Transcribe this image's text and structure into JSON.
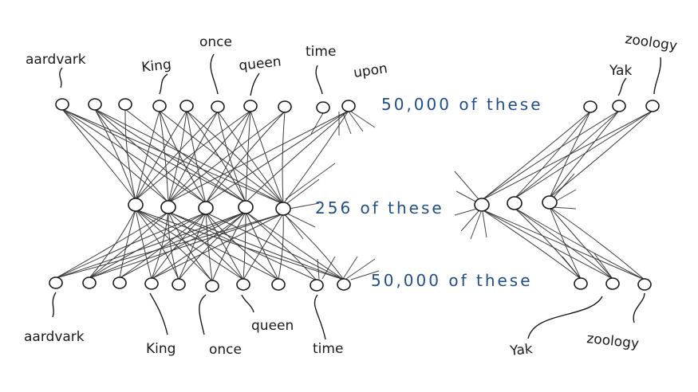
{
  "diagram": {
    "colors": {
      "ink": "#1a1a1a",
      "annotation": "#1f4e89"
    },
    "top_layer": {
      "words": [
        "aardvark",
        "King",
        "once",
        "queen",
        "time",
        "upon",
        "Yak",
        "zoology"
      ],
      "count_label": "50,000 of these"
    },
    "hidden_layer": {
      "count_label": "256 of these"
    },
    "bottom_layer": {
      "words": [
        "aardvark",
        "King",
        "once",
        "queen",
        "time",
        "Yak",
        "zoology"
      ],
      "count_label": "50,000 of these"
    }
  }
}
